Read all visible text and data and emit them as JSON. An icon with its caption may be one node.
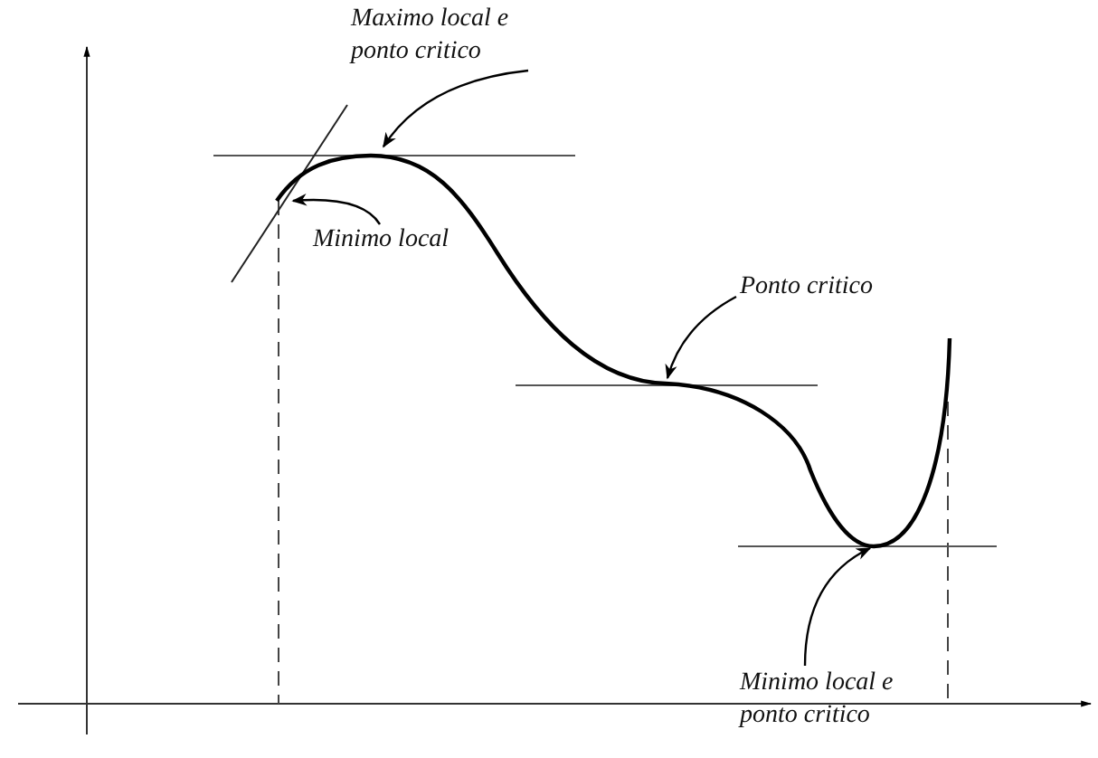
{
  "diagram": {
    "nodes": [
      {
        "text": [
          "Maximo local e ponto critico"
        ]
      },
      {
        "text": [
          "Minimo local"
        ]
      },
      {
        "text": [
          "Ponto critico"
        ]
      },
      {
        "text": [
          "Minimo local e ponto critico"
        ]
      }
    ],
    "edges": [
      {
        "from": 0,
        "to": null,
        "arrow": "to"
      },
      {
        "from": 1,
        "to": null,
        "arrow": "to"
      },
      {
        "from": 2,
        "to": null,
        "arrow": "to"
      },
      {
        "from": 3,
        "to": null,
        "arrow": "to"
      }
    ]
  }
}
